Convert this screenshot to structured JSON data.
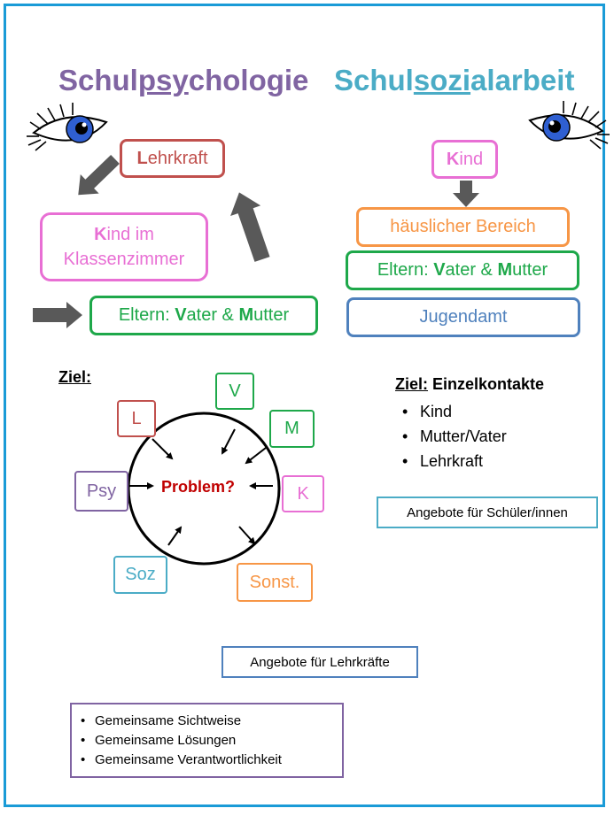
{
  "titles": {
    "left": {
      "pre": "Schul",
      "u": "psy",
      "post": "chologie"
    },
    "right": {
      "pre": "Schul",
      "u": "sozi",
      "post": "alarbeit"
    }
  },
  "left_flow": {
    "lehrkraft": {
      "initial": "L",
      "rest": "ehrkraft"
    },
    "kind": {
      "initial": "K",
      "rest": "ind im",
      "line2": "Klassenzimmer"
    },
    "eltern": {
      "pre": "Eltern: ",
      "v": "V",
      "mid": "ater & ",
      "m": "M",
      "post": "utter"
    }
  },
  "right_flow": {
    "kind": {
      "initial": "K",
      "rest": "ind"
    },
    "haeuslich": "häuslicher Bereich",
    "eltern": {
      "pre": "Eltern: ",
      "v": "V",
      "mid": "ater & ",
      "m": "M",
      "post": "utter"
    },
    "jugendamt": "Jugendamt"
  },
  "left_goal": {
    "label": "Ziel:",
    "center": "Problem?",
    "nodes": {
      "l": "L",
      "v": "V",
      "m": "M",
      "k": "K",
      "psy": "Psy",
      "soz": "Soz",
      "sonst": "Sonst."
    }
  },
  "right_goal": {
    "label": "Ziel:",
    "title": " Einzelkontakte",
    "items": [
      "Kind",
      "Mutter/Vater",
      "Lehrkraft"
    ]
  },
  "offers_students": "Angebote für Schüler/innen",
  "offers_teachers": "Angebote für Lehrkräfte",
  "bottom_list": [
    "Gemeinsame Sichtweise",
    "Gemeinsame Lösungen",
    "Gemeinsame Verantwortlichkeit"
  ],
  "colors": {
    "psy_purple": "#8064a2",
    "soz_teal": "#4bacc6",
    "red": "#c0504d",
    "pink": "#e86fd4",
    "green": "#1ea84a",
    "orange": "#f79646",
    "blue": "#4f81bd",
    "dark_red": "#c00000",
    "arrow_gray": "#595959",
    "frame_blue": "#1a9bd7"
  },
  "icons": {
    "eye_left": "eye-icon",
    "eye_right": "eye-icon"
  }
}
